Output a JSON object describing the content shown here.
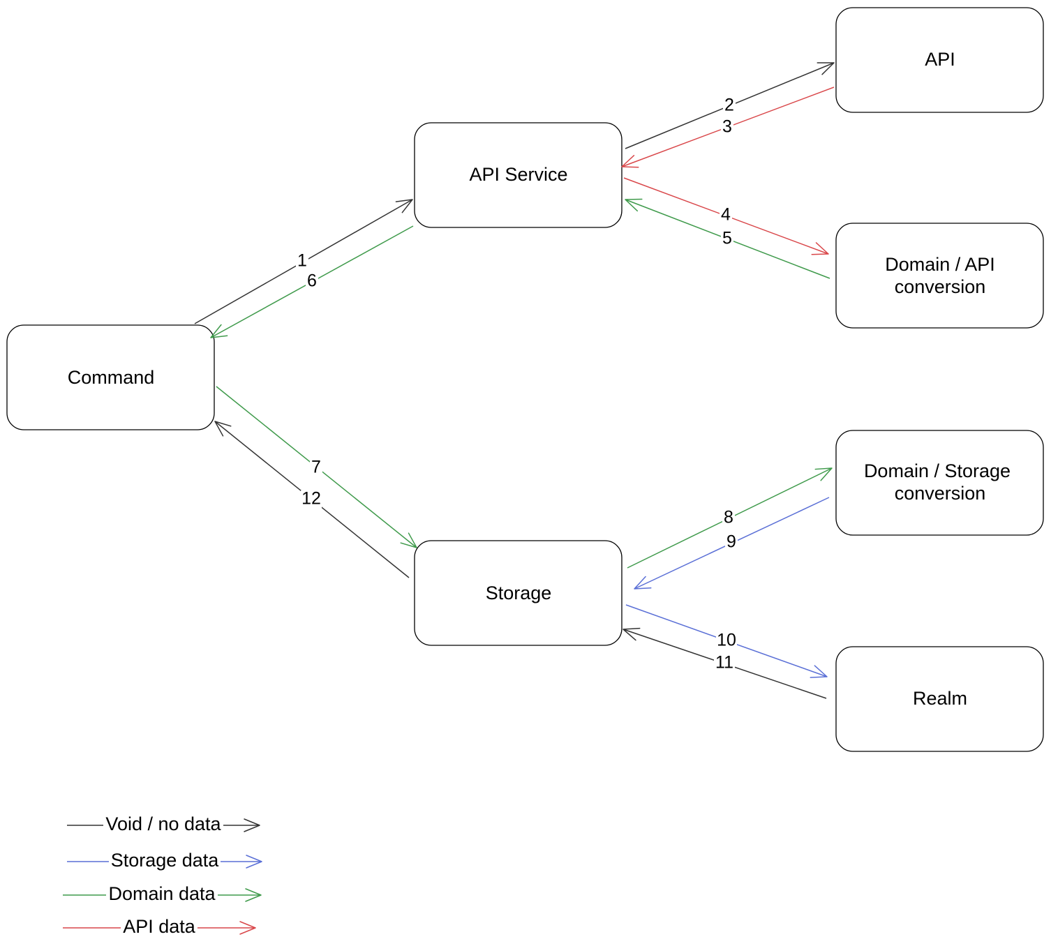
{
  "colors": {
    "void": "#333333",
    "storage": "#5a6fd6",
    "domain": "#3f9a4b",
    "api": "#d9474a"
  },
  "nodes": {
    "api_service": {
      "label": "API Service"
    },
    "api": {
      "label": "API"
    },
    "domain_api": {
      "label_lines": [
        "Domain / API",
        "conversion"
      ]
    },
    "command": {
      "label": "Command"
    },
    "storage": {
      "label": "Storage"
    },
    "domain_storage": {
      "label_lines": [
        "Domain / Storage",
        "conversion"
      ]
    },
    "realm": {
      "label": "Realm"
    }
  },
  "edges": [
    {
      "id": "e1",
      "label": "1",
      "kind": "void"
    },
    {
      "id": "e6",
      "label": "6",
      "kind": "domain"
    },
    {
      "id": "e2",
      "label": "2",
      "kind": "void"
    },
    {
      "id": "e3",
      "label": "3",
      "kind": "api"
    },
    {
      "id": "e4",
      "label": "4",
      "kind": "api"
    },
    {
      "id": "e5",
      "label": "5",
      "kind": "domain"
    },
    {
      "id": "e7",
      "label": "7",
      "kind": "domain"
    },
    {
      "id": "e12",
      "label": "12",
      "kind": "void"
    },
    {
      "id": "e8",
      "label": "8",
      "kind": "domain"
    },
    {
      "id": "e9",
      "label": "9",
      "kind": "storage"
    },
    {
      "id": "e10",
      "label": "10",
      "kind": "storage"
    },
    {
      "id": "e11",
      "label": "11",
      "kind": "void"
    }
  ],
  "legend": [
    {
      "label": "Void / no data",
      "kind": "void"
    },
    {
      "label": "Storage data",
      "kind": "storage"
    },
    {
      "label": "Domain data",
      "kind": "domain"
    },
    {
      "label": "API data",
      "kind": "api"
    }
  ]
}
